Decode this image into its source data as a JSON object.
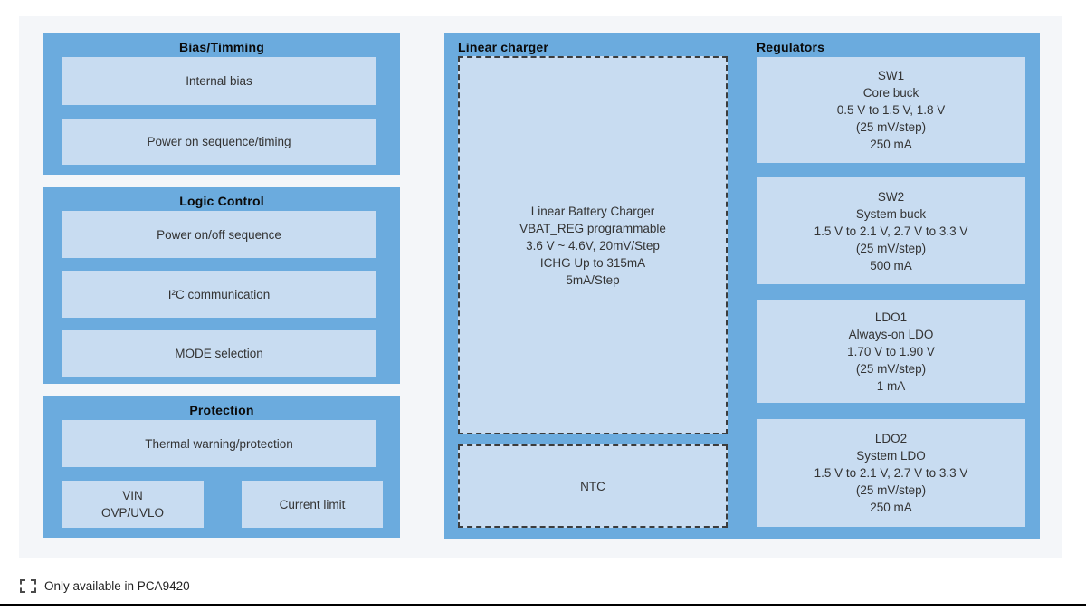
{
  "colors": {
    "section_blue": "#6babde",
    "box_light_blue": "#c8dcf1",
    "panel_background": "#f4f6f9",
    "dashed_border": "#3c3c3c",
    "bottom_line": "#000000"
  },
  "sections": {
    "bias": {
      "title": "Bias/Timming",
      "items": [
        "Internal bias",
        "Power on sequence/timing"
      ]
    },
    "logic": {
      "title": "Logic Control",
      "items": [
        "Power on/off sequence",
        "I²C communication",
        "MODE selection"
      ]
    },
    "protection": {
      "title": "Protection",
      "items": [
        "Thermal warning/protection",
        "VIN\nOVP/UVLO",
        "Current limit"
      ]
    },
    "charger": {
      "title": "Linear charger",
      "main_block": [
        "Linear Battery Charger",
        "VBAT_REG programmable",
        "3.6 V ~ 4.6V, 20mV/Step",
        "ICHG Up to 315mA",
        "5mA/Step"
      ],
      "ntc": "NTC"
    },
    "regulators": {
      "title": "Regulators",
      "blocks": [
        [
          "SW1",
          "Core buck",
          "0.5 V to 1.5 V, 1.8 V",
          "(25 mV/step)",
          "250 mA"
        ],
        [
          "SW2",
          "System buck",
          "1.5 V to 2.1 V, 2.7 V to 3.3 V",
          "(25 mV/step)",
          "500 mA"
        ],
        [
          "LDO1",
          "Always-on LDO",
          "1.70 V to 1.90 V",
          "(25 mV/step)",
          "1 mA"
        ],
        [
          "LDO2",
          "System LDO",
          "1.5 V to 2.1 V, 2.7 V to 3.3 V",
          "(25 mV/step)",
          "250 mA"
        ]
      ]
    }
  },
  "legend": {
    "icon": "dashed-box-icon",
    "text": "Only available in PCA9420"
  }
}
